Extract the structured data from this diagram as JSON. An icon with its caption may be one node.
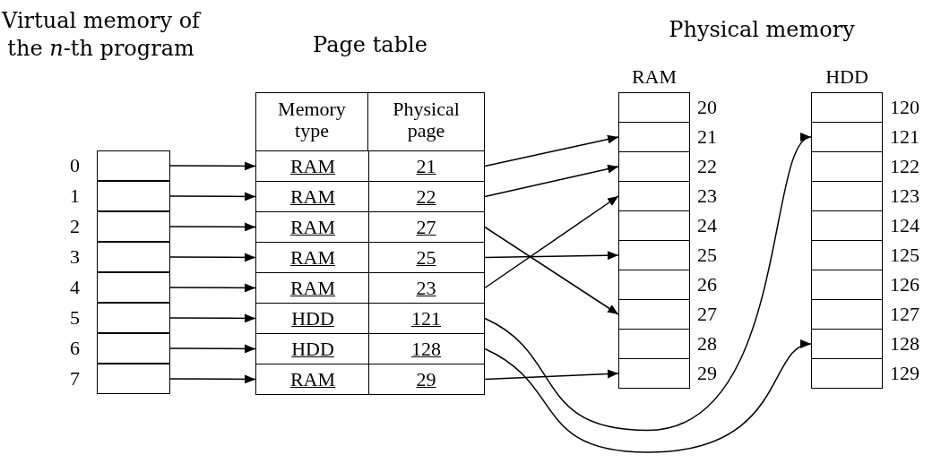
{
  "diagram": {
    "nodes": [
      {
        "text": [],
        "shape": "box",
        "beside": [
          "0"
        ]
      },
      {
        "text": [],
        "shape": "box",
        "beside": [
          "1"
        ]
      },
      {
        "text": [],
        "shape": "box",
        "beside": [
          "2"
        ]
      },
      {
        "text": [],
        "shape": "box",
        "beside": [
          "3"
        ]
      },
      {
        "text": [],
        "shape": "box",
        "beside": [
          "4"
        ]
      },
      {
        "text": [],
        "shape": "box",
        "beside": [
          "5"
        ]
      },
      {
        "text": [],
        "shape": "box",
        "beside": [
          "6"
        ]
      },
      {
        "text": [],
        "shape": "box",
        "beside": [
          "7"
        ]
      },
      {
        "text": [
          "Page table"
        ]
      },
      {
        "text": [
          "Memory type"
        ],
        "in": 8
      },
      {
        "text": [
          "Physical page"
        ],
        "in": 8
      },
      {
        "text": [
          "RAM",
          "21"
        ],
        "in": 8
      },
      {
        "text": [
          "RAM",
          "22"
        ],
        "in": 8
      },
      {
        "text": [
          "RAM",
          "27"
        ],
        "in": 8
      },
      {
        "text": [
          "RAM",
          "25"
        ],
        "in": 8
      },
      {
        "text": [
          "RAM",
          "23"
        ],
        "in": 8
      },
      {
        "text": [
          "HDD",
          "121"
        ],
        "in": 8
      },
      {
        "text": [
          "HDD",
          "128"
        ],
        "in": 8
      },
      {
        "text": [
          "RAM",
          "29"
        ],
        "in": 8
      },
      {
        "text": [
          "RAM"
        ]
      },
      {
        "text": [],
        "shape": "box",
        "in": 19,
        "beside": [
          "20"
        ]
      },
      {
        "text": [],
        "shape": "box",
        "in": 19,
        "beside": [
          "21"
        ]
      },
      {
        "text": [],
        "shape": "box",
        "in": 19,
        "beside": [
          "22"
        ]
      },
      {
        "text": [],
        "shape": "box",
        "in": 19,
        "beside": [
          "23"
        ]
      },
      {
        "text": [],
        "shape": "box",
        "in": 19,
        "beside": [
          "24"
        ]
      },
      {
        "text": [],
        "shape": "box",
        "in": 19,
        "beside": [
          "25"
        ]
      },
      {
        "text": [],
        "shape": "box",
        "in": 19,
        "beside": [
          "26"
        ]
      },
      {
        "text": [],
        "shape": "box",
        "in": 19,
        "beside": [
          "27"
        ]
      },
      {
        "text": [],
        "shape": "box",
        "in": 19,
        "beside": [
          "28"
        ]
      },
      {
        "text": [],
        "shape": "box",
        "in": 19,
        "beside": [
          "29"
        ]
      },
      {
        "text": [
          "HDD"
        ]
      },
      {
        "text": [],
        "shape": "box",
        "in": 30,
        "beside": [
          "120"
        ]
      },
      {
        "text": [],
        "shape": "box",
        "in": 30,
        "beside": [
          "121"
        ]
      },
      {
        "text": [],
        "shape": "box",
        "in": 30,
        "beside": [
          "122"
        ]
      },
      {
        "text": [],
        "shape": "box",
        "in": 30,
        "beside": [
          "123"
        ]
      },
      {
        "text": [],
        "shape": "box",
        "in": 30,
        "beside": [
          "124"
        ]
      },
      {
        "text": [],
        "shape": "box",
        "in": 30,
        "beside": [
          "125"
        ]
      },
      {
        "text": [],
        "shape": "box",
        "in": 30,
        "beside": [
          "126"
        ]
      },
      {
        "text": [],
        "shape": "box",
        "in": 30,
        "beside": [
          "127"
        ]
      },
      {
        "text": [],
        "shape": "box",
        "in": 30,
        "beside": [
          "128"
        ]
      },
      {
        "text": [],
        "shape": "box",
        "in": 30,
        "beside": [
          "129"
        ]
      }
    ],
    "edges": [
      {
        "from": 0,
        "to": 11,
        "arrow": "to"
      },
      {
        "from": 1,
        "to": 12,
        "arrow": "to"
      },
      {
        "from": 2,
        "to": 13,
        "arrow": "to"
      },
      {
        "from": 3,
        "to": 14,
        "arrow": "to"
      },
      {
        "from": 4,
        "to": 15,
        "arrow": "to"
      },
      {
        "from": 5,
        "to": 16,
        "arrow": "to"
      },
      {
        "from": 6,
        "to": 17,
        "arrow": "to"
      },
      {
        "from": 7,
        "to": 18,
        "arrow": "to"
      },
      {
        "from": 11,
        "to": 21,
        "arrow": "to"
      },
      {
        "from": 12,
        "to": 22,
        "arrow": "to"
      },
      {
        "from": 13,
        "to": 27,
        "arrow": "to"
      },
      {
        "from": 14,
        "to": 25,
        "arrow": "to"
      },
      {
        "from": 15,
        "to": 23,
        "arrow": "to"
      },
      {
        "from": 16,
        "to": 32,
        "arrow": "to"
      },
      {
        "from": 17,
        "to": 39,
        "arrow": "to"
      },
      {
        "from": 18,
        "to": 29,
        "arrow": "to"
      }
    ],
    "labels": [
      "Virtual memory of the *n*-th program",
      "Physical memory"
    ]
  }
}
